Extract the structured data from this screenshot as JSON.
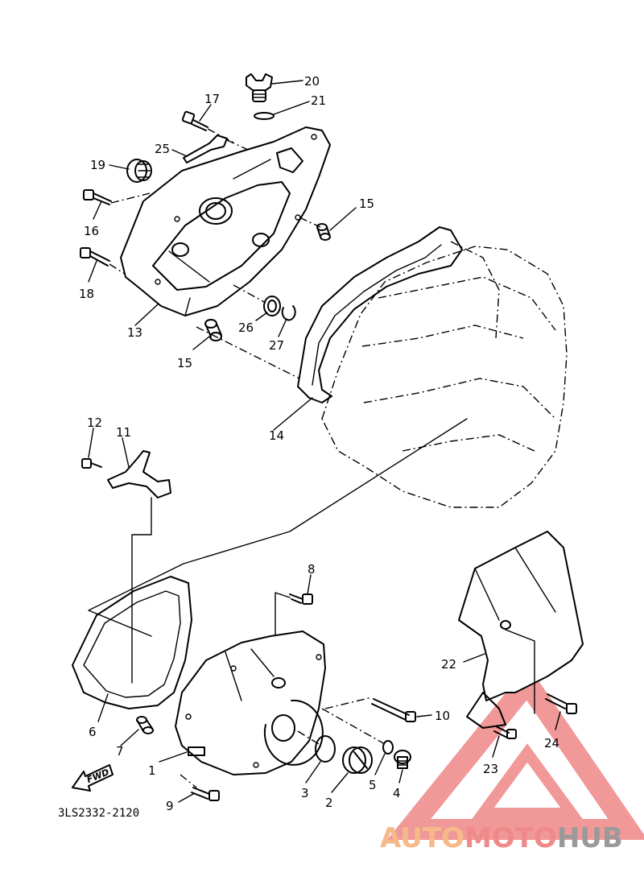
{
  "diagram_code": "3LS2332-2120",
  "direction_label": "FWD",
  "callouts": [
    {
      "id": "c20",
      "text": "20"
    },
    {
      "id": "c21",
      "text": "21"
    },
    {
      "id": "c17",
      "text": "17"
    },
    {
      "id": "c25",
      "text": "25"
    },
    {
      "id": "c19",
      "text": "19"
    },
    {
      "id": "c16",
      "text": "16"
    },
    {
      "id": "c18",
      "text": "18"
    },
    {
      "id": "c13",
      "text": "13"
    },
    {
      "id": "c15a",
      "text": "15"
    },
    {
      "id": "c15b",
      "text": "15"
    },
    {
      "id": "c26",
      "text": "26"
    },
    {
      "id": "c27",
      "text": "27"
    },
    {
      "id": "c14",
      "text": "14"
    },
    {
      "id": "c12",
      "text": "12"
    },
    {
      "id": "c11",
      "text": "11"
    },
    {
      "id": "c8",
      "text": "8"
    },
    {
      "id": "c22",
      "text": "22"
    },
    {
      "id": "c6",
      "text": "6"
    },
    {
      "id": "c7",
      "text": "7"
    },
    {
      "id": "c10",
      "text": "10"
    },
    {
      "id": "c24",
      "text": "24"
    },
    {
      "id": "c23",
      "text": "23"
    },
    {
      "id": "c1",
      "text": "1"
    },
    {
      "id": "c3",
      "text": "3"
    },
    {
      "id": "c5",
      "text": "5"
    },
    {
      "id": "c2",
      "text": "2"
    },
    {
      "id": "c4",
      "text": "4"
    },
    {
      "id": "c9",
      "text": "9"
    }
  ],
  "watermark": {
    "part1": "AUTO",
    "part2": "MOTO",
    "part3": "HUB",
    "color_light": "#f6b98a",
    "color_red": "#f08a8a",
    "color_gray": "#9a9a9a"
  }
}
